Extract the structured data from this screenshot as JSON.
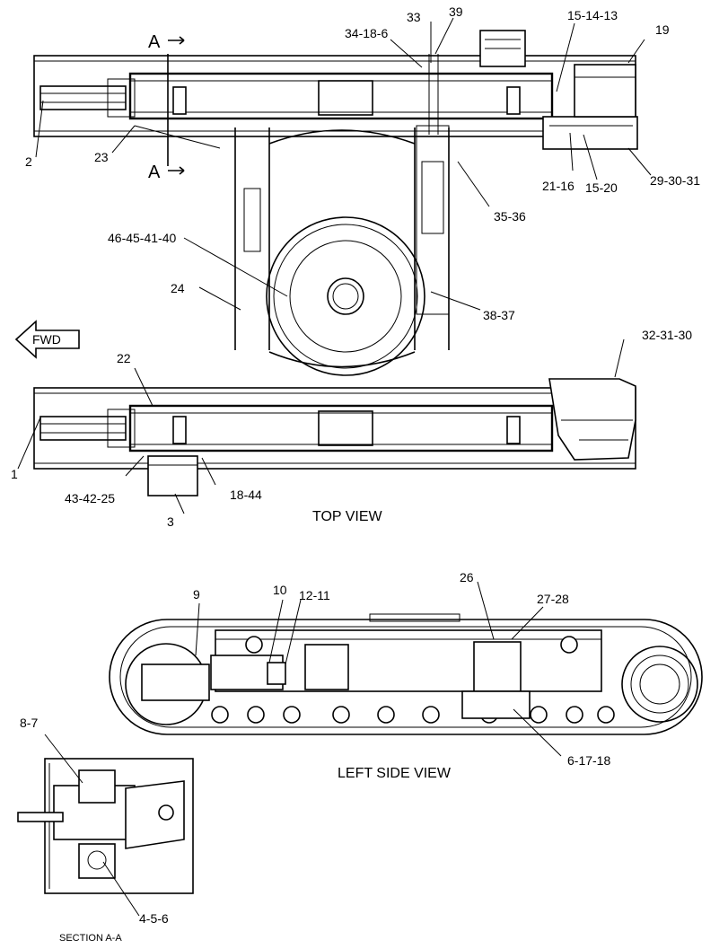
{
  "views": {
    "top": "TOP VIEW",
    "left_side": "LEFT SIDE VIEW",
    "section": "SECTION A-A"
  },
  "direction_label": "FWD",
  "section_marker": "A",
  "callouts": {
    "c1": "1",
    "c2": "2",
    "c3": "3",
    "c9": "9",
    "c10": "10",
    "c12_11": "12-11",
    "c15_14_13": "15-14-13",
    "c15_20": "15-20",
    "c18_44": "18-44",
    "c19": "19",
    "c21_16": "21-16",
    "c22": "22",
    "c23": "23",
    "c24": "24",
    "c26": "26",
    "c27_28": "27-28",
    "c29_30_31": "29-30-31",
    "c32_31_30": "32-31-30",
    "c33": "33",
    "c34_18_6": "34-18-6",
    "c35_36": "35-36",
    "c38_37": "38-37",
    "c39": "39",
    "c43_42_25": "43-42-25",
    "c46_45_41_40": "46-45-41-40",
    "c6_17_18": "6-17-18",
    "c8_7": "8-7",
    "c4_5_6": "4-5-6"
  }
}
